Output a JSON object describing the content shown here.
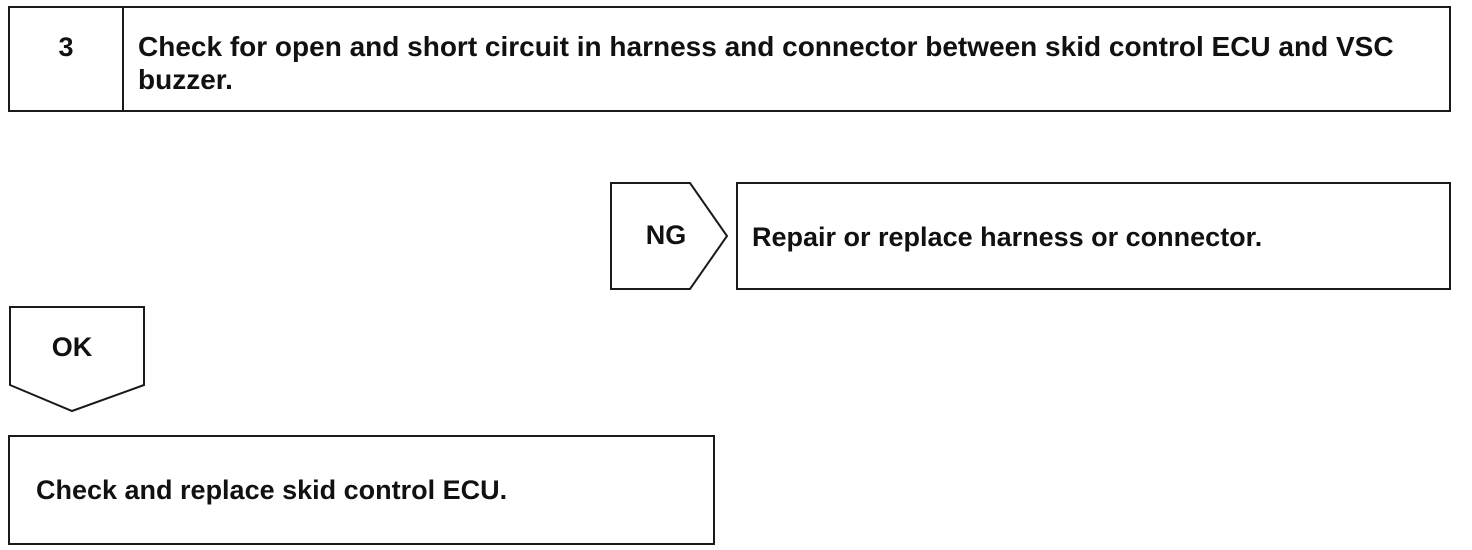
{
  "step": {
    "number": "3",
    "text": "Check for open and short circuit in harness and connector between skid control ECU and VSC buzzer."
  },
  "ng_branch": {
    "label": "NG",
    "action": "Repair or replace harness or connector."
  },
  "ok_branch": {
    "label": "OK",
    "action": "Check and replace skid control ECU."
  },
  "colors": {
    "line": "#1a1a1a",
    "background": "#ffffff"
  }
}
